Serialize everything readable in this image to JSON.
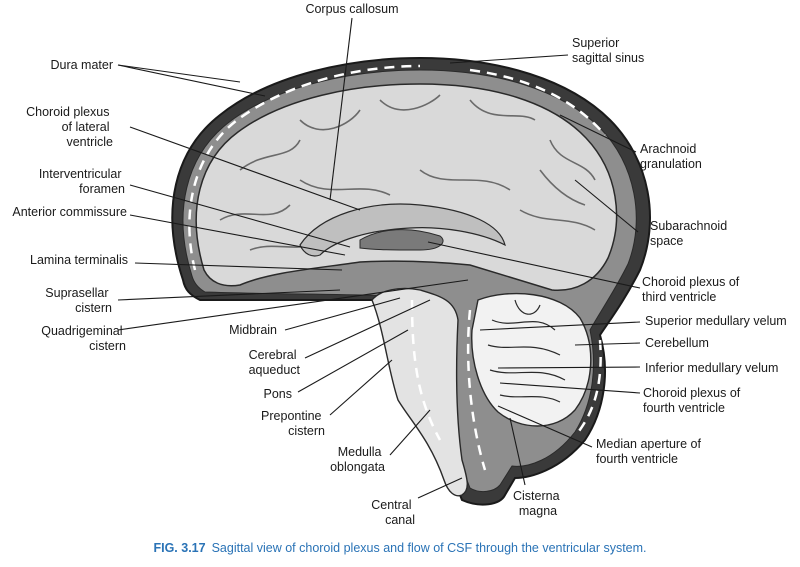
{
  "figure": {
    "caption_number": "FIG. 3.17",
    "caption_text": "Sagittal view of choroid plexus and flow of CSF through the ventricular system."
  },
  "labels": {
    "corpus_callosum": [
      "Corpus callosum"
    ],
    "superior_sagittal_sinus": [
      "Superior",
      "sagittal sinus"
    ],
    "dura_mater": [
      "Dura mater"
    ],
    "choroid_plexus_lateral": [
      "Choroid plexus",
      "of lateral",
      "ventricle"
    ],
    "arachnoid_granulation": [
      "Arachnoid",
      "granulation"
    ],
    "interventricular_foramen": [
      "Interventricular",
      "foramen"
    ],
    "anterior_commissure": [
      "Anterior commissure"
    ],
    "subarachnoid_space": [
      "Subarachnoid",
      "space"
    ],
    "lamina_terminalis": [
      "Lamina terminalis"
    ],
    "choroid_plexus_third": [
      "Choroid plexus of",
      "third ventricle"
    ],
    "suprasellar_cistern": [
      "Suprasellar",
      "cistern"
    ],
    "superior_medullary_velum": [
      "Superior medullary velum"
    ],
    "quadrigeminal_cistern": [
      "Quadrigeminal",
      "cistern"
    ],
    "midbrain": [
      "Midbrain"
    ],
    "cerebellum": [
      "Cerebellum"
    ],
    "cerebral_aqueduct": [
      "Cerebral",
      "aqueduct"
    ],
    "inferior_medullary_velum": [
      "Inferior medullary velum"
    ],
    "pons": [
      "Pons"
    ],
    "choroid_plexus_fourth": [
      "Choroid plexus of",
      "fourth ventricle"
    ],
    "prepontine_cistern": [
      "Prepontine",
      "cistern"
    ],
    "median_aperture": [
      "Median aperture of",
      "fourth ventricle"
    ],
    "medulla_oblongata": [
      "Medulla",
      "oblongata"
    ],
    "cisterna_magna": [
      "Cisterna",
      "magna"
    ],
    "central_canal": [
      "Central",
      "canal"
    ]
  },
  "colors": {
    "dura": "#3a3a3a",
    "csf_space": "#8e8e8e",
    "brain": "#d9d9d9",
    "caption": "#2a73b6"
  }
}
